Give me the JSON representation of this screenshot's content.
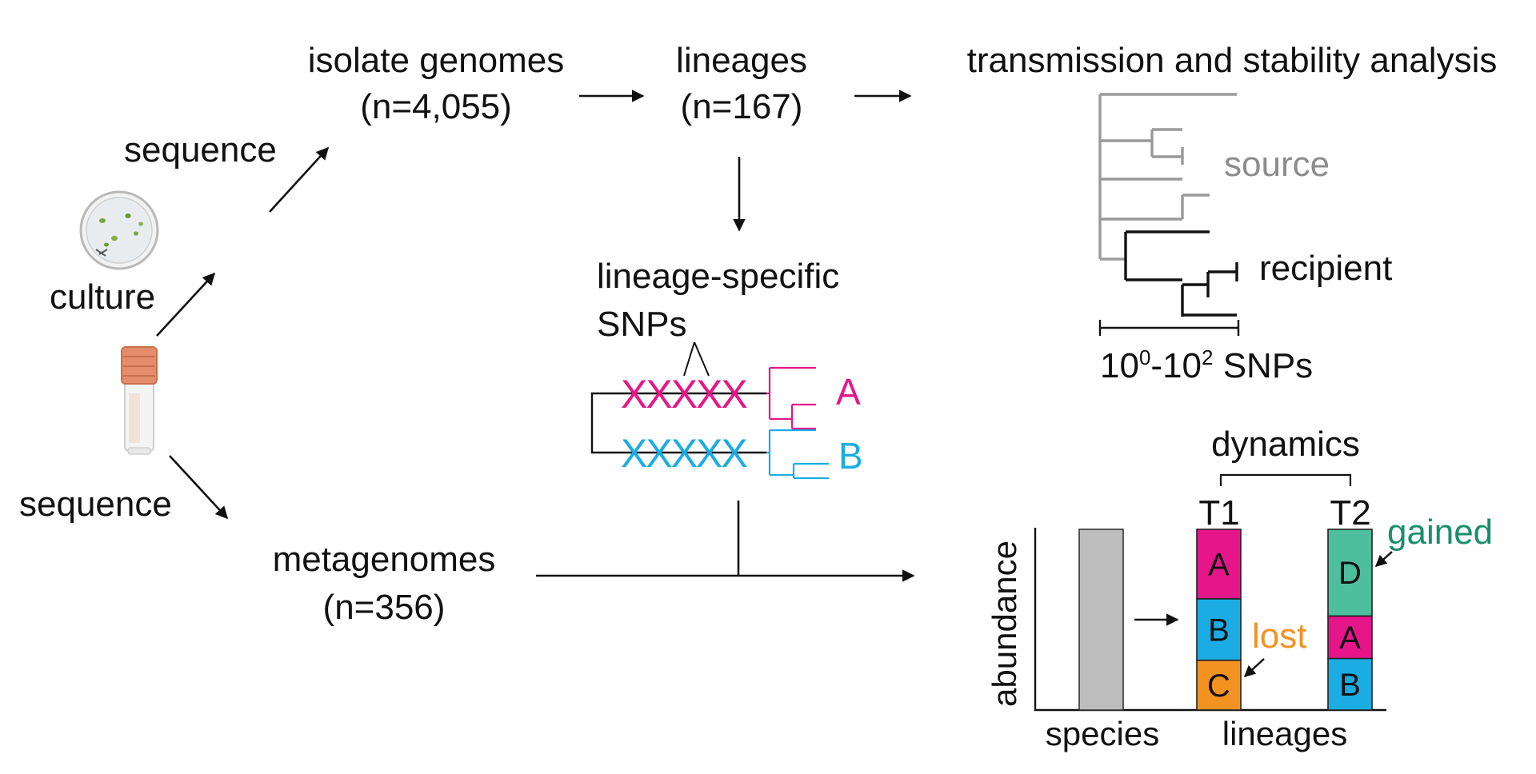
{
  "nodes": {
    "isolate_genomes": {
      "line1": "isolate genomes",
      "line2": "(n=4,055)"
    },
    "lineages": {
      "line1": "lineages",
      "line2": "(n=167)"
    },
    "transmission": {
      "label": "transmission and stability analysis"
    },
    "metagenomes": {
      "line1": "metagenomes",
      "line2": "(n=356)"
    },
    "lineage_snps": {
      "line1": "lineage-specific",
      "line2": "SNPs"
    }
  },
  "edges": {
    "sequence_top": "sequence",
    "culture": "culture",
    "sequence_bottom": "sequence"
  },
  "phylogeny": {
    "source_label": "source",
    "recipient_label": "recipient",
    "scale_base": "10",
    "scale_exp1": "0",
    "scale_dash": "-10",
    "scale_exp2": "2",
    "scale_unit": " SNPs"
  },
  "snp_panel": {
    "marks": "XXXXX",
    "lineage_a": "A",
    "lineage_b": "B",
    "color_a": "#e6168a",
    "color_b": "#1aace3"
  },
  "dynamics": {
    "title": "dynamics",
    "t1": "T1",
    "t2": "T2",
    "y_label": "abundance",
    "x_species": "species",
    "x_lineages": "lineages",
    "lost_label": "lost",
    "gained_label": "gained",
    "colors": {
      "A": "#e6168a",
      "B": "#1aace3",
      "C": "#f39221",
      "D": "#4dbf9c",
      "species": "#bdbdbd",
      "lost": "#f39221",
      "gained": "#1a8f6b"
    },
    "t1_segments": [
      {
        "label": "A",
        "fraction": 0.385
      },
      {
        "label": "B",
        "fraction": 0.34
      },
      {
        "label": "C",
        "fraction": 0.275
      }
    ],
    "t2_segments": [
      {
        "label": "D",
        "fraction": 0.48
      },
      {
        "label": "A",
        "fraction": 0.235
      },
      {
        "label": "B",
        "fraction": 0.285
      }
    ]
  }
}
